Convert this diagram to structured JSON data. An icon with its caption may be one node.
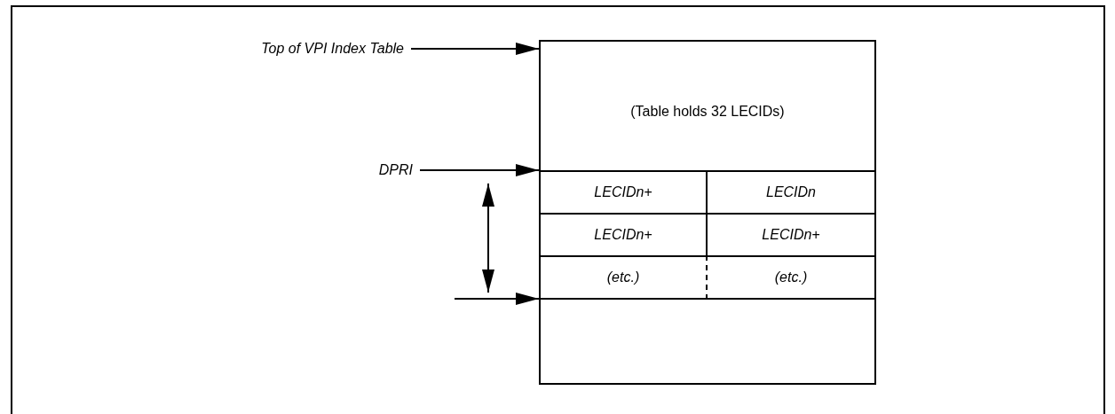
{
  "diagram": {
    "nodes": [
      {
        "text": [
          "Top of VPI Index Table"
        ]
      },
      {
        "text": [
          "(Table holds 32 LECIDs)"
        ]
      },
      {
        "text": [
          "LECIDn+"
        ],
        "in": 1
      },
      {
        "text": [
          "LECIDn"
        ],
        "in": 1
      },
      {
        "text": [
          "LECIDn+"
        ],
        "in": 1
      },
      {
        "text": [
          "LECIDn+"
        ],
        "in": 1
      },
      {
        "text": [
          "(etc.)"
        ],
        "in": 1
      },
      {
        "text": [
          "(etc.)"
        ],
        "in": 1
      },
      {
        "text": [
          "DPRI"
        ]
      }
    ],
    "edges": [
      {
        "from": 0,
        "to": 1,
        "arrow": "to"
      },
      {
        "from": 8,
        "to": 1,
        "arrow": "to"
      },
      {
        "from": null,
        "to": 1,
        "arrow": "to"
      }
    ]
  }
}
